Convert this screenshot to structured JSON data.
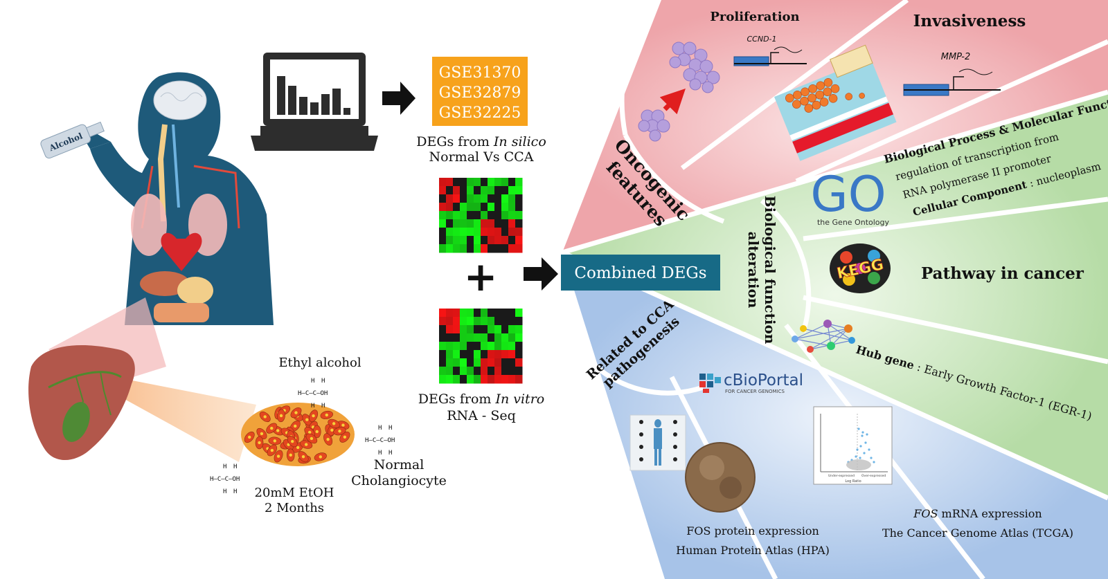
{
  "colors": {
    "red_sector": "#eea5aa",
    "green_sector": "#b6dca6",
    "blue_sector": "#a7c3e8",
    "orange_box": "#f7a21b",
    "combined_box": "#176a86",
    "body": "#1e5a7a"
  },
  "left": {
    "alcohol_label": "Alcohol",
    "ethyl_alcohol": "Ethyl alcohol",
    "normal": "Normal",
    "cholangiocyte": "Cholangiocyte",
    "etoh_line1": "20mM EtOH",
    "etoh_line2": "2 Months"
  },
  "chem": {
    "h": "H",
    "c_chain": "H–C–C–OH"
  },
  "middle": {
    "gse": [
      "GSE31370",
      "GSE32879",
      "GSE32225"
    ],
    "insilico_prefix": "DEGs from ",
    "insilico_italic": "In silico",
    "insilico_line2": "Normal Vs CCA",
    "invitro_prefix": "DEGs from ",
    "invitro_italic": "In vitro",
    "invitro_line2": "RNA - Seq",
    "plus": "+",
    "combined": "Combined DEGs"
  },
  "sectors": {
    "oncogenic_line1": "Oncogenic",
    "oncogenic_line2": "features",
    "biological_line1": "Biological function",
    "biological_line2": "alteration",
    "related_line1": "Related to CCA",
    "related_line2": "pathogenesis"
  },
  "red": {
    "proliferation": "Proliferation",
    "ccnd1": "CCND-1",
    "invasiveness": "Invasiveness",
    "mmp2": "MMP-2"
  },
  "green": {
    "go_logo": "GO",
    "go_sub": "the Gene Ontology",
    "bp_title": "Biological Process & Molecular Function:",
    "bp_line1": "regulation of transcription from",
    "bp_line2": "RNA polymerase II promoter",
    "cc_bold": "Cellular Component",
    "cc_rest": " : nucleoplasm",
    "kegg_logo": "KEGG",
    "pathway": "Pathway in cancer",
    "hub_bold": "Hub gene",
    "hub_rest": " : Early Growth Factor-1 (EGR-1)"
  },
  "blue": {
    "cbio_logo": "cBioPortal",
    "cbio_sub": "FOR CANCER GENOMICS",
    "fos_protein": "FOS protein expression",
    "hpa": "Human Protein Atlas (HPA)",
    "fos_italic": "FOS",
    "fos_mrna_rest": " mRNA expression",
    "tcga": "The Cancer Genome Atlas (TCGA)",
    "volcano_x": "Log Ratio",
    "volcano_left": "Under-expressed",
    "volcano_right": "Over-expressed"
  },
  "icons": [
    "laptop-icon",
    "bar-chart-icon",
    "arrow-right-icon",
    "heatmap-icon",
    "human-body-icon",
    "liver-icon",
    "cell-cluster-icon",
    "go-logo",
    "kegg-logo",
    "network-icon",
    "cbioportal-logo",
    "volcano-plot-icon",
    "tissue-icon",
    "gene-track-icon"
  ]
}
